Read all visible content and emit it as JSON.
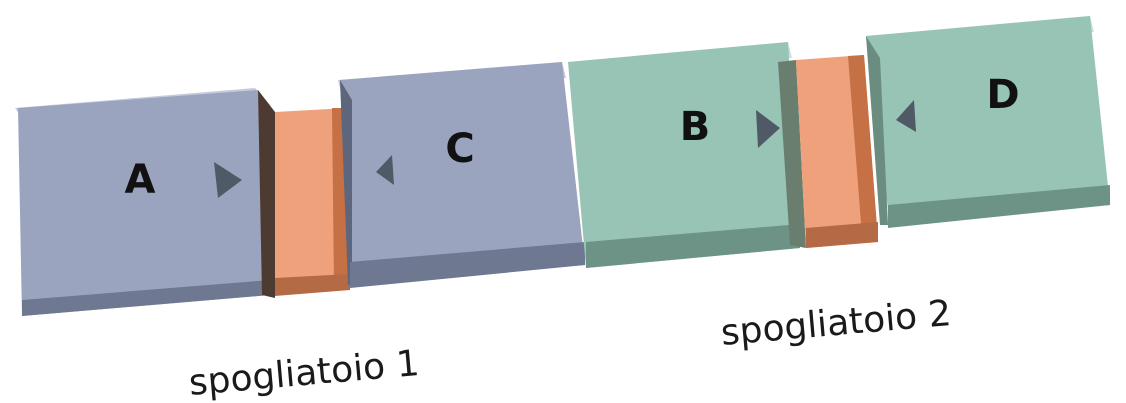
{
  "rooms": {
    "a": {
      "letter": "A",
      "color": "#9aa4bf"
    },
    "c": {
      "letter": "C",
      "color": "#9aa4bf"
    },
    "b": {
      "letter": "B",
      "color": "#98c4b6"
    },
    "d": {
      "letter": "D",
      "color": "#98c4b6"
    }
  },
  "corridor_color": "#e9936a",
  "labels": {
    "zone1": "spogliatoio 1",
    "zone2": "spogliatoio 2"
  }
}
